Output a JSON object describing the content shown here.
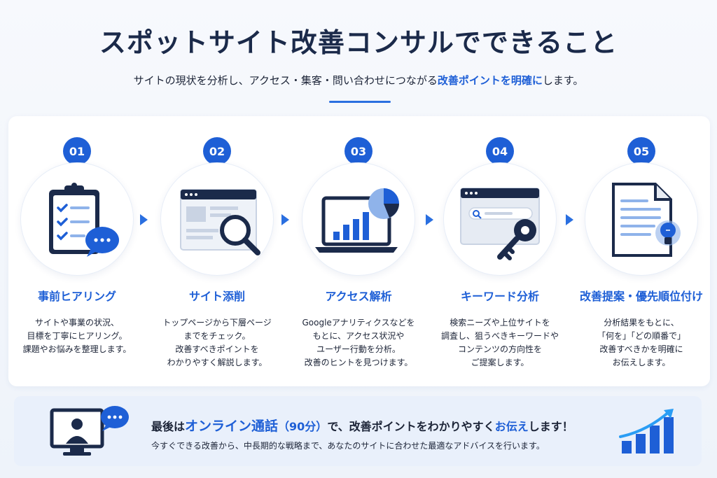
{
  "header": {
    "title": "スポットサイト改善コンサルでできること",
    "subtitle_pre": "サイトの現状を分析し、アクセス・集客・問い合わせにつながる",
    "subtitle_highlight": "改善ポイントを明確に",
    "subtitle_post": "します。"
  },
  "steps": [
    {
      "number": "01",
      "title": "事前ヒアリング",
      "lines": [
        "サイトや事業の状況、",
        "目標を丁寧にヒアリング。",
        "課題やお悩みを整理します。"
      ]
    },
    {
      "number": "02",
      "title": "サイト添削",
      "lines": [
        "トップページから下層ページ",
        "までをチェック。",
        "改善すべきポイントを",
        "わかりやすく解説します。"
      ]
    },
    {
      "number": "03",
      "title": "アクセス解析",
      "lines": [
        "Googleアナリティクスなどを",
        "もとに、アクセス状況や",
        "ユーザー行動を分析。",
        "改善のヒントを見つけます。"
      ]
    },
    {
      "number": "04",
      "title": "キーワード分析",
      "lines": [
        "検索ニーズや上位サイトを",
        "調査し、狙うべきキーワードや",
        "コンテンツの方向性を",
        "ご提案します。"
      ]
    },
    {
      "number": "05",
      "title": "改善提案・優先順位付け",
      "lines": [
        "分析結果をもとに、",
        "「何を」「どの順番で」",
        "改善すべきかを明確に",
        "お伝えします。"
      ]
    }
  ],
  "footer": {
    "main_pre": "最後は",
    "main_big": "オンライン通話",
    "main_paren": "（90分）",
    "main_mid": "で、改善ポイントをわかりやすく",
    "main_blue": "お伝え",
    "main_post": "します！",
    "sub": "今すぐできる改善から、中長期的な戦略まで、あなたのサイトに合わせた最適なアドバイスを行います。"
  },
  "icons": {
    "step1": "clipboard-checklist-icon",
    "step2": "webpage-magnifier-icon",
    "step3": "laptop-chart-icon",
    "step4": "search-key-icon",
    "step5": "document-lightbulb-icon",
    "footer_left": "online-call-monitor-icon",
    "footer_right": "growth-chart-icon"
  },
  "colors": {
    "accent": "#1e5fd6",
    "navy": "#1b2a4a",
    "light_blue": "#8fb3ea"
  }
}
